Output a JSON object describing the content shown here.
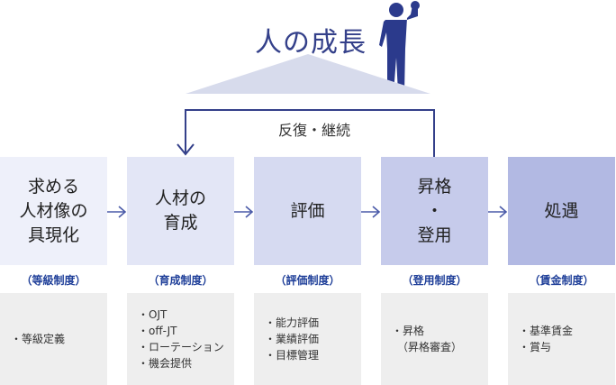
{
  "title": "人の成長",
  "loop_label": "反復・継続",
  "colors": {
    "title": "#34408a",
    "person": "#2b3a8c",
    "mountain": "#d7dbec",
    "loop_line": "#34408a",
    "arrow": "#4a5aa8",
    "system_label": "#1f3f99",
    "detail_bg": "#eeeeee"
  },
  "stages": [
    {
      "lines": [
        "求める",
        "人材像の",
        "具現化"
      ],
      "color": "#eef0fa",
      "system": "（等級制度）",
      "details": [
        "・等級定義"
      ]
    },
    {
      "lines": [
        "人材の",
        "育成"
      ],
      "color": "#e3e6f6",
      "system": "（育成制度）",
      "details": [
        "・OJT",
        "・off-JT",
        "・ローテーション",
        "・機会提供"
      ]
    },
    {
      "lines": [
        "評価"
      ],
      "color": "#d6daf1",
      "system": "（評価制度）",
      "details": [
        "・能力評価",
        "・業績評価",
        "・目標管理"
      ]
    },
    {
      "lines": [
        "昇格",
        "・",
        "登用"
      ],
      "color": "#c6cbeb",
      "system": "（登用制度）",
      "details": [
        "・昇格",
        "　（昇格審査）"
      ]
    },
    {
      "lines": [
        "処遇"
      ],
      "color": "#b2b9e3",
      "system": "（賃金制度）",
      "details": [
        "・基準賃金",
        "・賞与"
      ]
    }
  ]
}
